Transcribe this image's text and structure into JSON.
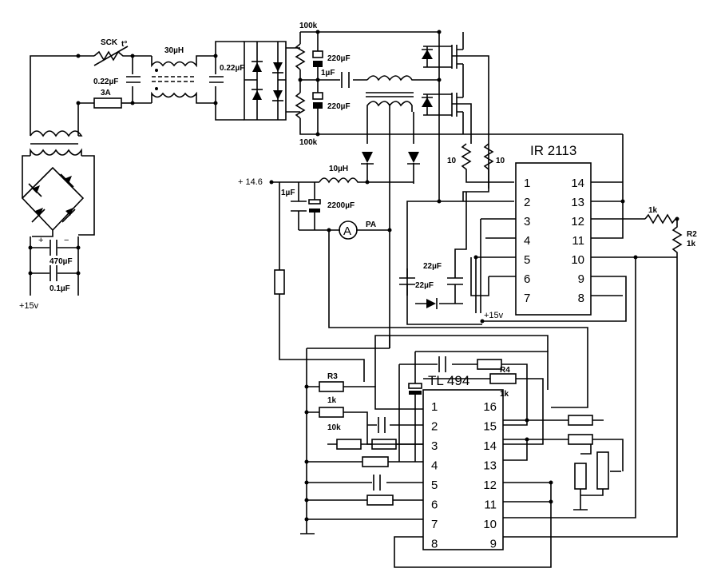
{
  "labels": {
    "sck": "SCK",
    "ind_30u": "30µH",
    "cap_022_top": "0.22µF",
    "cap_022_left": "0.22µF",
    "fuse": "3A",
    "r100k_top": "100k",
    "r100k_bottom": "100k",
    "cap_220_top": "220µF",
    "cap_220_bottom": "220µF",
    "cap_1u": "1µF",
    "cap_470": "470µF",
    "cap_01": "0.1µF",
    "plus15_left": "+15v",
    "plus15_mid": "+15v",
    "ind_10u": "10µH",
    "plus146": "+ 14.6",
    "cap_1u_b": "1µF",
    "cap_2200": "2200µF",
    "meter_label": "PA",
    "meter_symbol": "A",
    "r10_a": "10",
    "r10_b": "10",
    "cap_22_a": "22µF",
    "cap_22_b": "22µF",
    "r1k_right": "1k",
    "r2": "R2",
    "r2_val": "1k",
    "r3": "R3",
    "r4": "R4",
    "r_1k_tl": "1k",
    "r_10k": "10k",
    "r_1k_4": "1k",
    "plus": "+",
    "minus": "−"
  },
  "ir2113": {
    "name": "IR 2113",
    "left_pins": [
      "1",
      "2",
      "3",
      "4",
      "5",
      "6",
      "7"
    ],
    "right_pins": [
      "14",
      "13",
      "12",
      "11",
      "10",
      "9",
      "8"
    ]
  },
  "tl494": {
    "name": "TL 494",
    "left_pins": [
      "1",
      "2",
      "3",
      "4",
      "5",
      "6",
      "7",
      "8"
    ],
    "right_pins": [
      "16",
      "15",
      "14",
      "13",
      "12",
      "11",
      "10",
      "9"
    ]
  }
}
